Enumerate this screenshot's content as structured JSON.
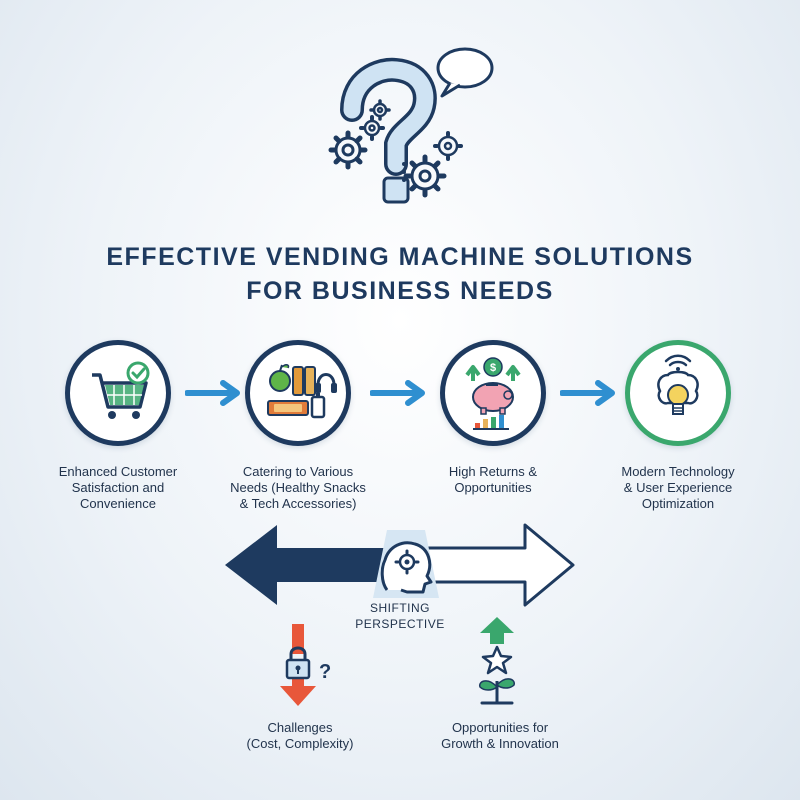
{
  "title": {
    "line1": "EFFECTIVE VENDING MACHINE SOLUTIONS",
    "line2": "FOR BUSINESS NEEDS"
  },
  "steps": [
    {
      "icon": "shopping-cart-check-icon",
      "line1": "Enhanced Customer",
      "line2": "Satisfaction and",
      "line3": "Convenience"
    },
    {
      "icon": "snacks-and-tech-icon",
      "line1": "Catering to Various",
      "line2": "Needs (Healthy Snacks",
      "line3": "& Tech Accessories)"
    },
    {
      "icon": "piggy-bank-growth-icon",
      "line1": "High Returns &",
      "line2": "Opportunities"
    },
    {
      "icon": "smart-lightbulb-brain-icon",
      "line1": "Modern Technology",
      "line2": "& User Experience",
      "line3": "Optimization"
    }
  ],
  "shift": {
    "line1": "SHIFTING",
    "line2": "PERSPECTIVE"
  },
  "challenges": {
    "line1": "Challenges",
    "line2": "(Cost, Complexity)"
  },
  "opportunities": {
    "line1": "Opportunities for",
    "line2": "Growth & Innovation"
  },
  "colors": {
    "navy": "#1e3a5f",
    "flow_blue": "#2f8fd0",
    "green": "#3aa76d",
    "orange_red": "#e8573a",
    "light_blue": "#cfe3f3"
  }
}
